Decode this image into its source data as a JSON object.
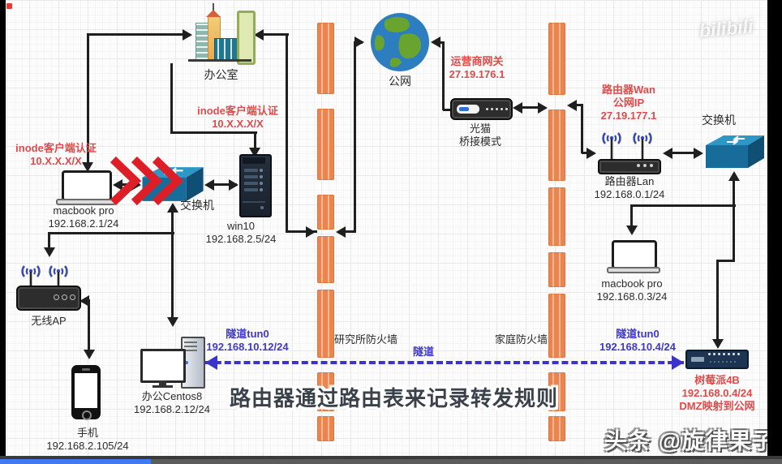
{
  "caption": "路由器通过路由表来记录转发规则",
  "watermarks": {
    "top": "bilibili",
    "bottom": "头条 @旋律果子"
  },
  "colors": {
    "red_label": "#e04a49",
    "tunnel_blue": "#4038cd",
    "firewall_orange": "#ea8450",
    "line_black": "#1f1f1f",
    "switch_blue": "#176c99",
    "progress_blue": "#4079f2"
  },
  "nodes": {
    "office": {
      "label": "办公室"
    },
    "internet": {
      "label": "公网"
    },
    "isp_gateway": {
      "line1": "运营商网关",
      "line2": "27.19.176.1"
    },
    "modem": {
      "line1": "光猫",
      "line2": "桥接模式"
    },
    "router_wan": {
      "line1": "路由器Wan",
      "line2": "公网IP",
      "line3": "27.19.177.1"
    },
    "router_lan": {
      "label": "路由器Lan",
      "ip": "192.168.0.1/24"
    },
    "switch_right": {
      "label": "交换机"
    },
    "macbook_right": {
      "label": "macbook pro",
      "ip": "192.168.0.3/24"
    },
    "raspberry_pi": {
      "line1": "树莓派4B",
      "line2": "192.168.0.4/24",
      "line3": "DMZ映射到公网"
    },
    "firewall_research": {
      "label": "研究所防火墙"
    },
    "firewall_home": {
      "label": "家庭防火墙"
    },
    "tunnel": {
      "label": "隧道"
    },
    "tunnel_left": {
      "line1": "隧道tun0",
      "line2": "192.168.10.12/24"
    },
    "tunnel_right": {
      "line1": "隧道tun0",
      "line2": "192.168.10.4/24"
    },
    "inode_left": {
      "line1": "inode客户端认证",
      "line2": "10.X.X.X/X"
    },
    "inode_mid": {
      "line1": "inode客户端认证",
      "line2": "10.X.X.X/X"
    },
    "macbook_left": {
      "label": "macbook pro",
      "ip": "192.168.2.1/24"
    },
    "switch_left": {
      "label": "交换机"
    },
    "win10": {
      "label": "win10",
      "ip": "192.168.2.5/24"
    },
    "wireless_ap": {
      "label": "无线AP"
    },
    "phone": {
      "label": "手机",
      "ip": "192.168.2.105/24"
    },
    "centos": {
      "label": "办公Centos8",
      "ip": "192.168.2.12/24"
    }
  }
}
